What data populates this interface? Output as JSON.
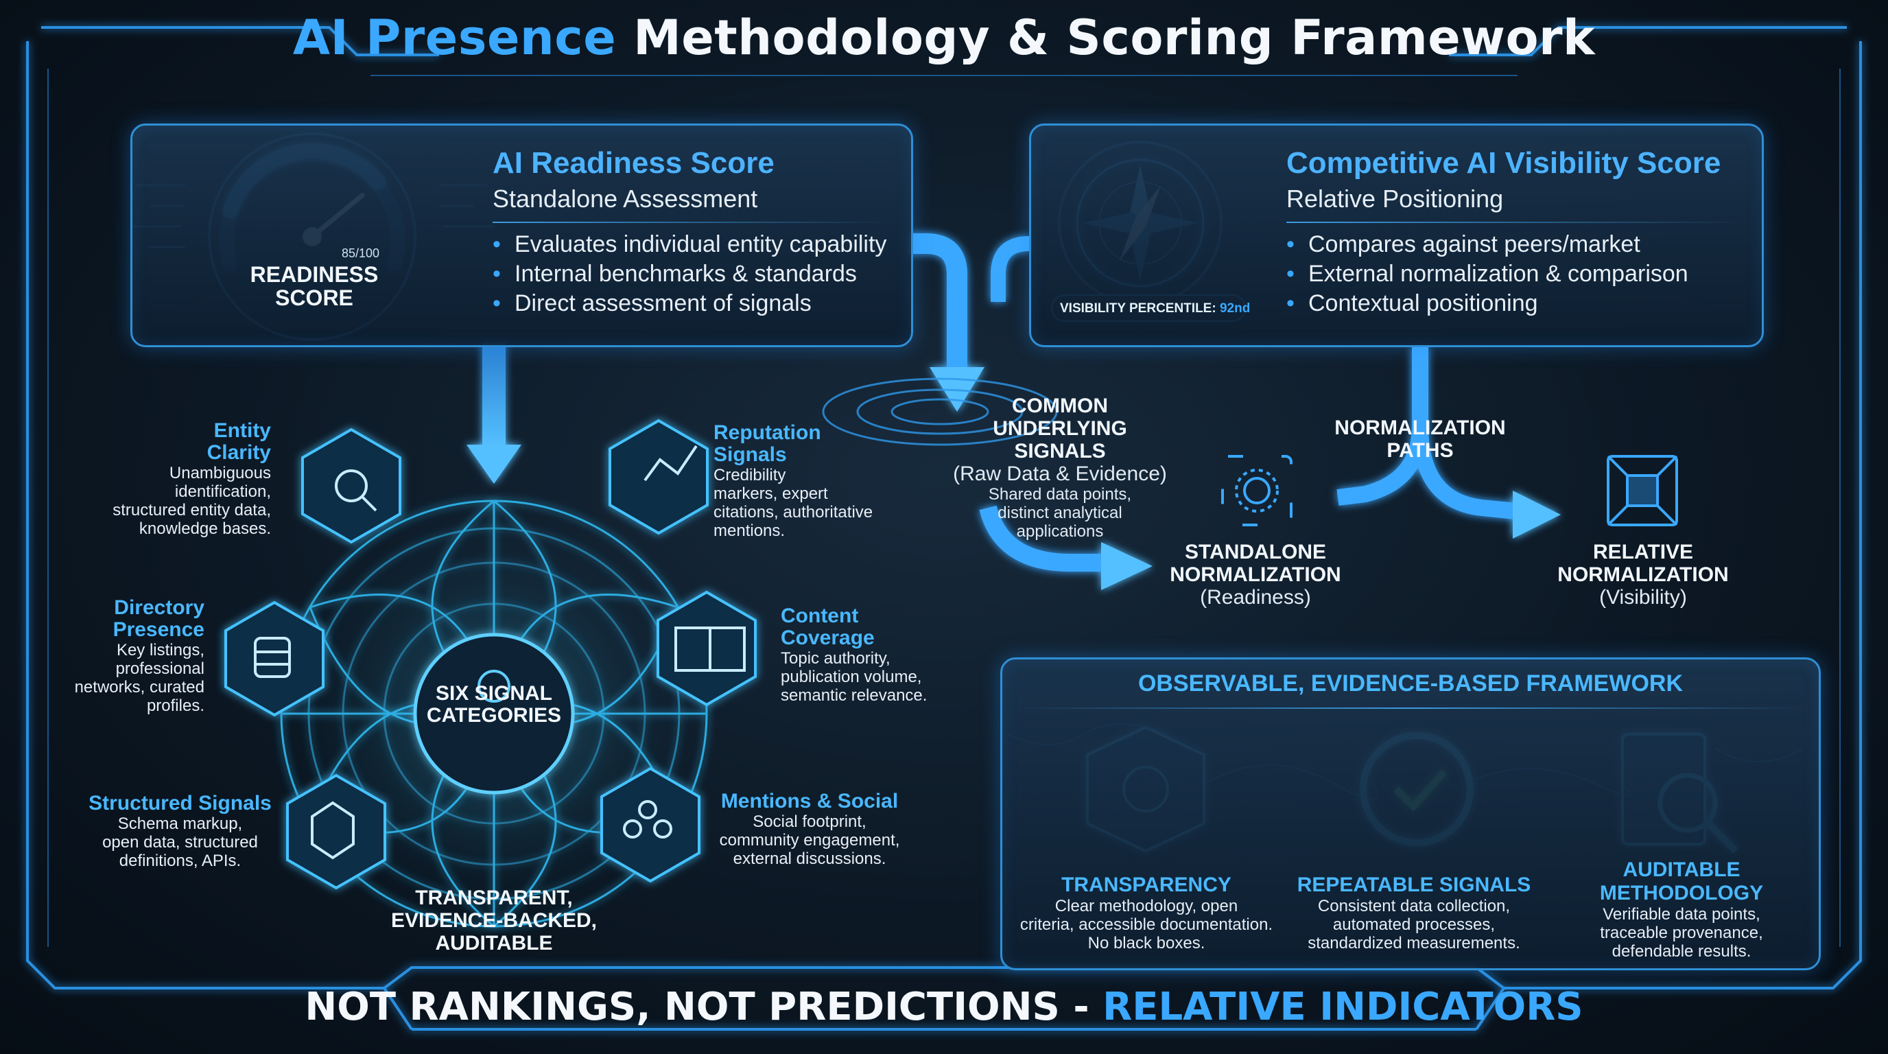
{
  "title": {
    "highlight": "AI Presence",
    "rest": "Methodology & Scoring Framework"
  },
  "readiness": {
    "title": "AI Readiness Score",
    "subtitle": "Standalone Assessment",
    "bullets": [
      "Evaluates individual entity capability",
      "Internal benchmarks & standards",
      "Direct assessment of signals"
    ],
    "gauge_label_line1": "READINESS",
    "gauge_label_line2": "SCORE",
    "gauge_value": "85/100",
    "gauge_fraction": 0.85
  },
  "visibility": {
    "title": "Competitive AI Visibility Score",
    "subtitle": "Relative Positioning",
    "bullets": [
      "Compares against peers/market",
      "External normalization & comparison",
      "Contextual positioning"
    ],
    "percentile_label": "VISIBILITY PERCENTILE:",
    "percentile_value": "92nd"
  },
  "hub": {
    "line1": "SIX SIGNAL",
    "line2": "CATEGORIES"
  },
  "hub_caption": [
    "TRANSPARENT,",
    "EVIDENCE-BACKED,",
    "AUDITABLE"
  ],
  "categories": [
    {
      "title": [
        "Entity",
        "Clarity"
      ],
      "desc": [
        "Unambiguous",
        "identification,",
        "structured entity data,",
        "knowledge bases."
      ],
      "icon": "network-search-icon"
    },
    {
      "title": [
        "Reputation",
        "Signals"
      ],
      "desc": [
        "Credibility",
        "markers, expert",
        "citations, authoritative",
        "mentions."
      ],
      "icon": "shield-star-chart-icon"
    },
    {
      "title": [
        "Directory",
        "Presence"
      ],
      "desc": [
        "Key listings,",
        "professional",
        "networks, curated",
        "profiles."
      ],
      "icon": "database-check-icon"
    },
    {
      "title": [
        "Content",
        "Coverage"
      ],
      "desc": [
        "Topic authority,",
        "publication volume,",
        "semantic relevance."
      ],
      "icon": "open-book-icon"
    },
    {
      "title": [
        "Structured Signals"
      ],
      "desc": [
        "Schema markup,",
        "open data, structured",
        "definitions, APIs."
      ],
      "icon": "code-cube-icon"
    },
    {
      "title": [
        "Mentions & Social"
      ],
      "desc": [
        "Social footprint,",
        "community engagement,",
        "external discussions."
      ],
      "icon": "people-chat-icon"
    }
  ],
  "common_signals": {
    "title": [
      "COMMON",
      "UNDERLYING",
      "SIGNALS"
    ],
    "sub": "(Raw Data & Evidence)",
    "desc": [
      "Shared data points,",
      "distinct analytical",
      "applications"
    ]
  },
  "normalization_paths": [
    "NORMALIZATION",
    "PATHS"
  ],
  "standalone_norm": {
    "title": [
      "STANDALONE",
      "NORMALIZATION"
    ],
    "sub": "(Readiness)"
  },
  "relative_norm": {
    "title": [
      "RELATIVE",
      "NORMALIZATION"
    ],
    "sub": "(Visibility)"
  },
  "framework": {
    "title": "OBSERVABLE, EVIDENCE-BASED FRAMEWORK",
    "items": [
      {
        "title": [
          "TRANSPARENCY"
        ],
        "desc": [
          "Clear methodology, open",
          "criteria, accessible documentation.",
          "No black boxes."
        ],
        "icon": "gear-cube-icon"
      },
      {
        "title": [
          "REPEATABLE SIGNALS"
        ],
        "desc": [
          "Consistent data collection,",
          "automated processes,",
          "standardized measurements."
        ],
        "icon": "cycle-check-icon"
      },
      {
        "title": [
          "AUDITABLE",
          "METHODOLOGY"
        ],
        "desc": [
          "Verifiable data points,",
          "traceable provenance,",
          "defendable results."
        ],
        "icon": "checklist-magnifier-icon"
      }
    ]
  },
  "footer": {
    "text": "NOT RANKINGS, NOT PREDICTIONS - ",
    "highlight": "RELATIVE INDICATORS"
  },
  "colors": {
    "accent": "#3aa8ff",
    "background": "#0c1824",
    "border": "#2f8fd6"
  }
}
